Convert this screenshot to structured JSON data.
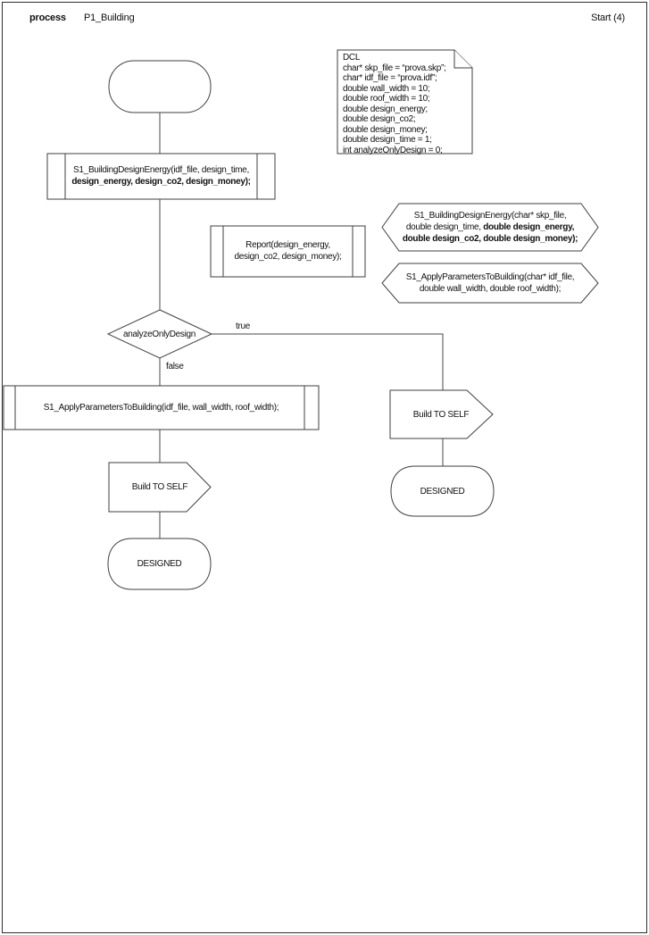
{
  "header": {
    "type_label": "process",
    "title": "P1_Building",
    "page_indicator": "Start (4)"
  },
  "dcl": {
    "lines": [
      "DCL",
      "char* skp_file = “prova.skp”;",
      "char* idf_file = “prova.idf”;",
      "double wall_width = 10;",
      "double roof_width = 10;",
      "double design_energy;",
      "double design_co2;",
      "double design_money;",
      "double design_time = 1;",
      "int analyzeOnlyDesign = 0;"
    ]
  },
  "call_design_energy": {
    "line1": "S1_BuildingDesignEnergy(idf_file, design_time,",
    "line2": "design_energy, design_co2, design_money);"
  },
  "call_report": {
    "line1": "Report(design_energy,",
    "line2": "design_co2, design_money);"
  },
  "decl_design_energy": {
    "line1": "S1_BuildingDesignEnergy(char* skp_file,",
    "line2a": "double design_time,",
    "line2b": "double design_energy,",
    "line3": "double design_co2, double design_money);"
  },
  "decl_apply_parameters": {
    "line1": "S1_ApplyParametersToBuilding(char* idf_file,",
    "line2": "double wall_width, double roof_width);"
  },
  "decision": {
    "condition": "analyzeOnlyDesign",
    "true_label": "true",
    "false_label": "false"
  },
  "call_apply_parameters": {
    "line1": "S1_ApplyParametersToBuilding(idf_file, wall_width, roof_width);"
  },
  "outputs": {
    "build_to_self_left": "Build TO SELF",
    "build_to_self_right": "Build TO SELF"
  },
  "states": {
    "designed_left": "DESIGNED",
    "designed_right": "DESIGNED"
  },
  "colors": {
    "stroke": "#3f3f3f",
    "text": "#101010",
    "background": "#ffffff"
  }
}
